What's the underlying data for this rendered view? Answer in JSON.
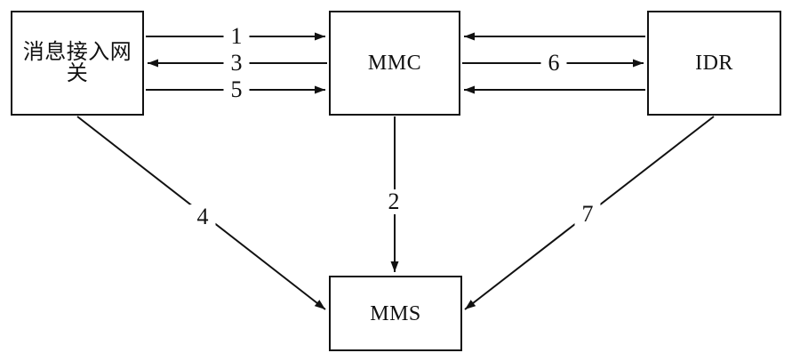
{
  "diagram": {
    "background_color": "#ffffff",
    "line_color": "#111111",
    "nodes": {
      "gateway": {
        "label": "消息接入网关"
      },
      "mmc": {
        "label": "MMC"
      },
      "idr": {
        "label": "IDR"
      },
      "mms": {
        "label": "MMS"
      }
    },
    "edges": [
      {
        "label": "1",
        "from": "gateway",
        "to": "mmc",
        "direction": "right"
      },
      {
        "label": "3",
        "from": "mmc",
        "to": "gateway",
        "direction": "left"
      },
      {
        "label": "5",
        "from": "gateway",
        "to": "mmc",
        "direction": "right"
      },
      {
        "label": "",
        "from": "idr",
        "to": "mmc",
        "direction": "left"
      },
      {
        "label": "6",
        "from": "mmc",
        "to": "idr",
        "direction": "right"
      },
      {
        "label": "",
        "from": "idr",
        "to": "mmc",
        "direction": "left"
      },
      {
        "label": "2",
        "from": "mmc",
        "to": "mms",
        "direction": "down"
      },
      {
        "label": "4",
        "from": "gateway",
        "to": "mms",
        "direction": "down-right"
      },
      {
        "label": "7",
        "from": "idr",
        "to": "mms",
        "direction": "down-left"
      }
    ]
  }
}
